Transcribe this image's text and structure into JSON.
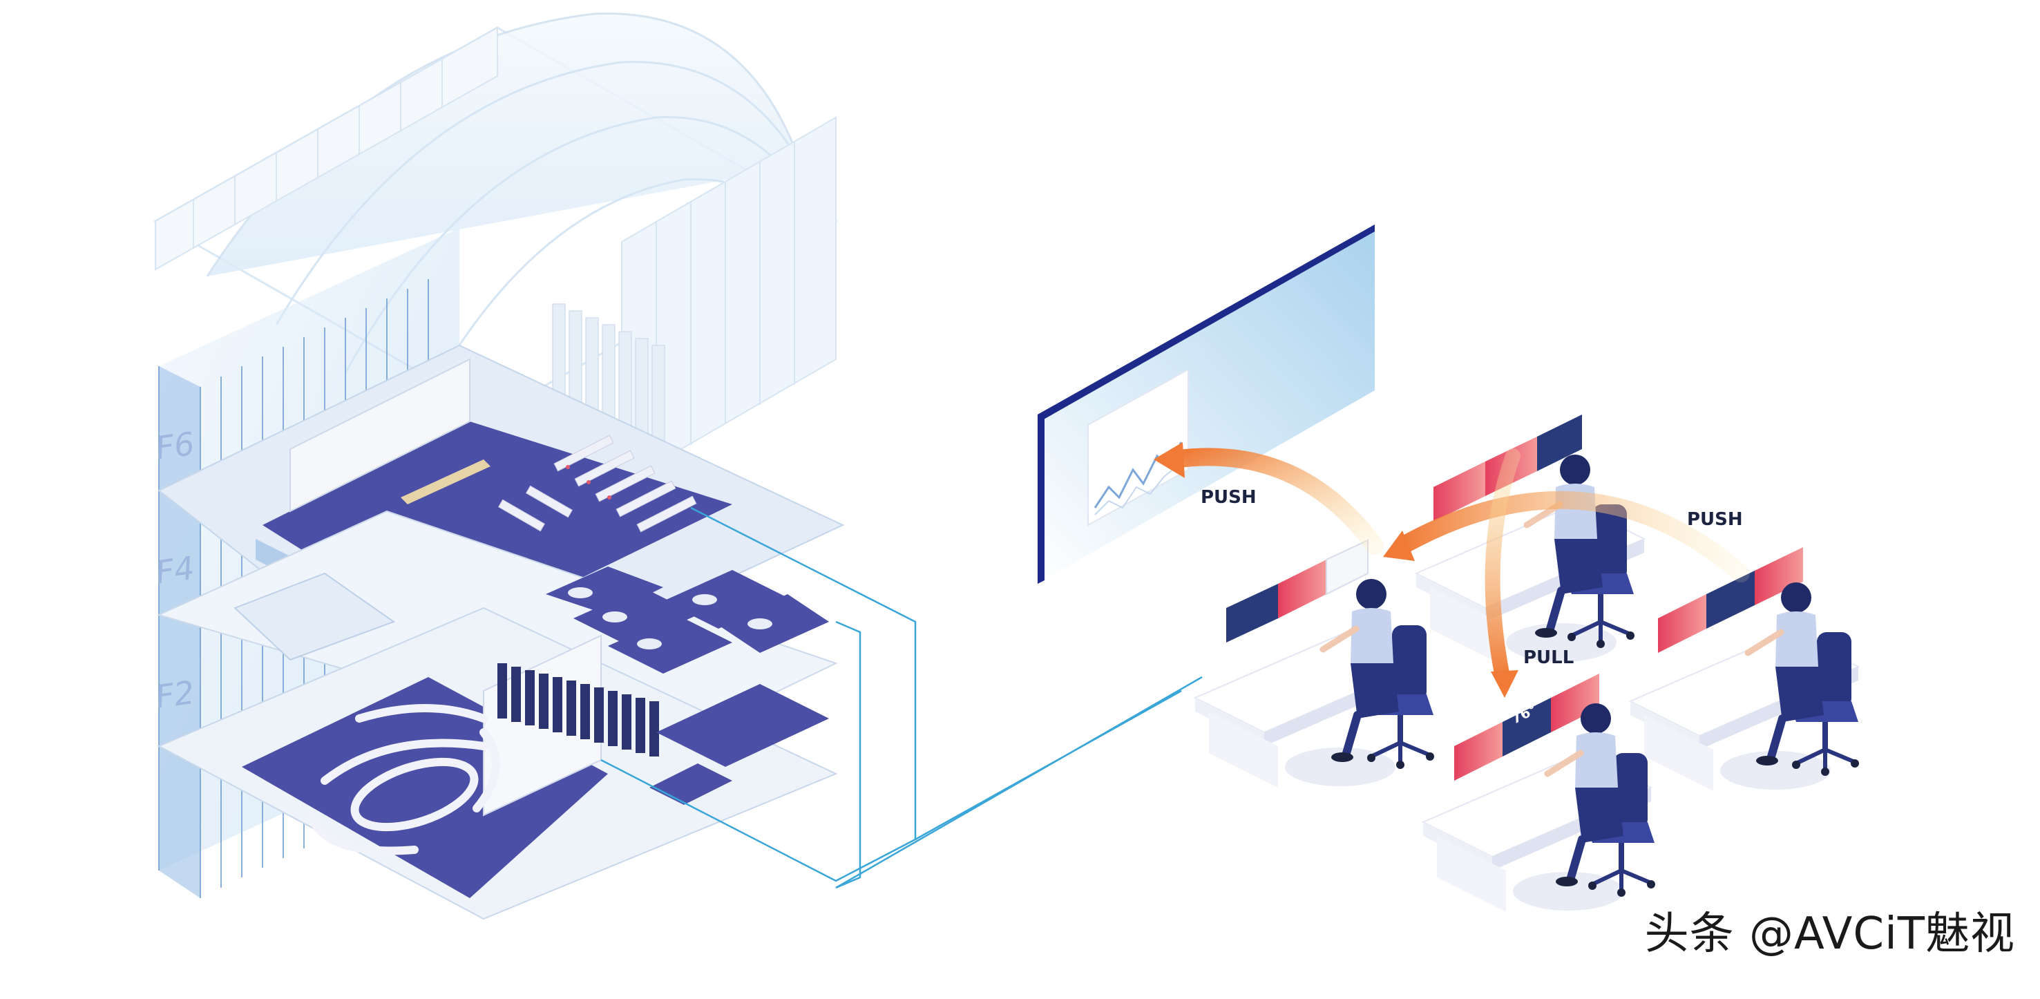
{
  "labels": {
    "push_top": "PUSH",
    "push_right": "PUSH",
    "pull": "PULL",
    "temperature": "76°"
  },
  "floors": [
    "F6",
    "F4",
    "F2"
  ],
  "watermark": "头条 @AVCiT魅视",
  "icons": [
    "glass-building-icon",
    "video-wall-icon",
    "operator-workstation-icon",
    "flow-arrow-icon"
  ],
  "colors": {
    "floor_navy": "#4b4fa5",
    "glass_blue": "#bcd9f3",
    "screen_red": "#e8546a",
    "screen_dark": "#2a3b7c",
    "arrow_orange": "#f28a3c",
    "arrow_yellow": "#f7c96a",
    "connector_cyan": "#3aa6d8",
    "wall_edge": "#1d2a8a"
  }
}
